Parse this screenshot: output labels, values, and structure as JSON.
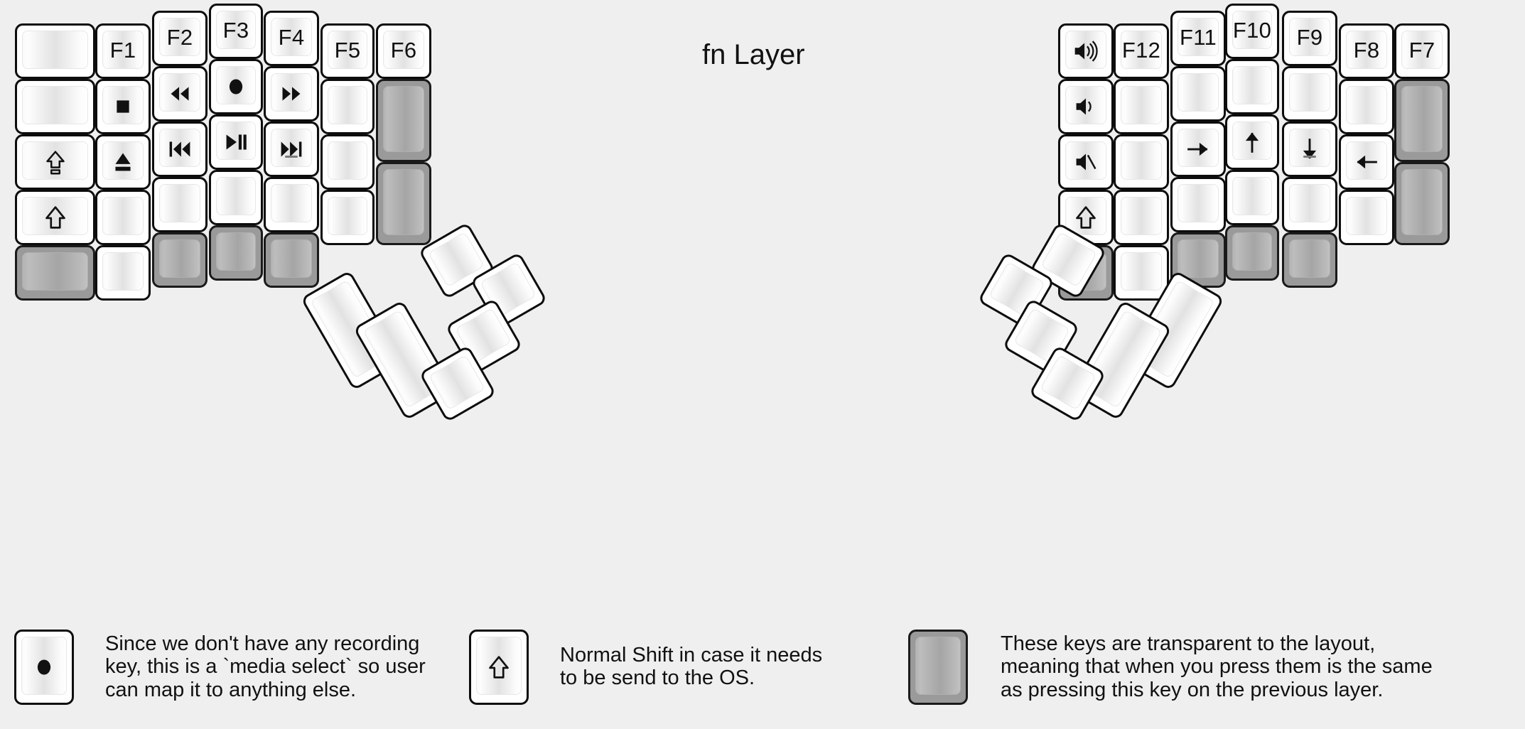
{
  "title": "fn Layer",
  "colors": {
    "background": "#efefef",
    "key_body": "#ffffff",
    "key_border": "#0d0d0d",
    "transparent_key": "#9a9a9a",
    "text": "#111111"
  },
  "legend": [
    {
      "name": "record-key-note",
      "key_glyph": "record-dot-icon",
      "text": "Since we don't have any recording\nkey, this is a `media select` so user\ncan map it to anything else."
    },
    {
      "name": "shift-key-note",
      "key_glyph": "shift-arrow-icon",
      "text": "Normal Shift in case it needs\nto be send to the OS."
    },
    {
      "name": "transparent-key-note",
      "key_glyph": "transparent-blank",
      "text": "These keys are transparent to the layout,\nmeaning that when you press them is the same\nas pressing this key on the previous layer."
    }
  ],
  "left_half": {
    "columns": [
      {
        "name": "col-pinky-outer",
        "keys": [
          {
            "name": "key-blank-1",
            "label": "",
            "glyph": "",
            "transparent": false
          },
          {
            "name": "key-blank-2",
            "label": "",
            "glyph": "",
            "transparent": false
          },
          {
            "name": "key-caps-lock",
            "label": "",
            "glyph": "caps-lock-icon",
            "transparent": false
          },
          {
            "name": "key-shift",
            "label": "",
            "glyph": "shift-arrow-icon",
            "transparent": false
          },
          {
            "name": "key-transparent-1",
            "label": "",
            "glyph": "",
            "transparent": true
          }
        ]
      },
      {
        "name": "col-pinky",
        "keys": [
          {
            "name": "key-f1",
            "label": "F1",
            "glyph": "",
            "transparent": false
          },
          {
            "name": "key-media-stop",
            "label": "",
            "glyph": "stop-icon",
            "transparent": false
          },
          {
            "name": "key-media-eject",
            "label": "",
            "glyph": "eject-icon",
            "transparent": false
          },
          {
            "name": "key-blank-3",
            "label": "",
            "glyph": "",
            "transparent": false
          },
          {
            "name": "key-blank-4",
            "label": "",
            "glyph": "",
            "transparent": false
          }
        ]
      },
      {
        "name": "col-ring",
        "keys": [
          {
            "name": "key-f2",
            "label": "F2",
            "glyph": "",
            "transparent": false
          },
          {
            "name": "key-media-rewind",
            "label": "",
            "glyph": "rewind-icon",
            "transparent": false
          },
          {
            "name": "key-media-prev-track",
            "label": "",
            "glyph": "prev-track-icon",
            "transparent": false
          },
          {
            "name": "key-blank-5",
            "label": "",
            "glyph": "",
            "transparent": false
          },
          {
            "name": "key-transparent-2",
            "label": "",
            "glyph": "",
            "transparent": true
          }
        ]
      },
      {
        "name": "col-middle",
        "keys": [
          {
            "name": "key-f3",
            "label": "F3",
            "glyph": "",
            "transparent": false
          },
          {
            "name": "key-media-record",
            "label": "",
            "glyph": "record-dot-icon",
            "transparent": false
          },
          {
            "name": "key-media-play-pause",
            "label": "",
            "glyph": "play-pause-icon",
            "transparent": false
          },
          {
            "name": "key-blank-6",
            "label": "",
            "glyph": "",
            "transparent": false
          },
          {
            "name": "key-transparent-3",
            "label": "",
            "glyph": "",
            "transparent": true
          }
        ]
      },
      {
        "name": "col-index",
        "keys": [
          {
            "name": "key-f4",
            "label": "F4",
            "glyph": "",
            "transparent": false
          },
          {
            "name": "key-media-fast-forward",
            "label": "",
            "glyph": "fast-forward-icon",
            "transparent": false
          },
          {
            "name": "key-media-next-track",
            "label": "",
            "glyph": "next-track-icon",
            "transparent": false,
            "homing": true
          },
          {
            "name": "key-blank-7",
            "label": "",
            "glyph": "",
            "transparent": false
          },
          {
            "name": "key-transparent-4",
            "label": "",
            "glyph": "",
            "transparent": true
          }
        ]
      },
      {
        "name": "col-index-inner",
        "keys": [
          {
            "name": "key-f5",
            "label": "F5",
            "glyph": "",
            "transparent": false
          },
          {
            "name": "key-blank-8",
            "label": "",
            "glyph": "",
            "transparent": false
          },
          {
            "name": "key-blank-9",
            "label": "",
            "glyph": "",
            "transparent": false
          },
          {
            "name": "key-blank-10",
            "label": "",
            "glyph": "",
            "transparent": false
          }
        ]
      },
      {
        "name": "col-inner",
        "keys": [
          {
            "name": "key-f6",
            "label": "F6",
            "glyph": "",
            "transparent": false
          },
          {
            "name": "key-transparent-5",
            "label": "",
            "glyph": "",
            "transparent": true
          },
          {
            "name": "key-transparent-6",
            "label": "",
            "glyph": "",
            "transparent": true
          }
        ]
      }
    ]
  },
  "right_half": {
    "columns": [
      {
        "name": "col-inner-r",
        "keys": [
          {
            "name": "key-f7",
            "label": "F7",
            "glyph": "",
            "transparent": false
          },
          {
            "name": "key-transparent-7",
            "label": "",
            "glyph": "",
            "transparent": true
          },
          {
            "name": "key-transparent-8",
            "label": "",
            "glyph": "",
            "transparent": true
          }
        ]
      },
      {
        "name": "col-index-inner-r",
        "keys": [
          {
            "name": "key-f8",
            "label": "F8",
            "glyph": "",
            "transparent": false
          },
          {
            "name": "key-blank-11",
            "label": "",
            "glyph": "",
            "transparent": false
          },
          {
            "name": "key-arrow-left",
            "label": "",
            "glyph": "arrow-left-icon",
            "transparent": false
          },
          {
            "name": "key-blank-12",
            "label": "",
            "glyph": "",
            "transparent": false
          }
        ]
      },
      {
        "name": "col-index-r",
        "keys": [
          {
            "name": "key-f9",
            "label": "F9",
            "glyph": "",
            "transparent": false
          },
          {
            "name": "key-blank-13",
            "label": "",
            "glyph": "",
            "transparent": false
          },
          {
            "name": "key-arrow-down",
            "label": "",
            "glyph": "arrow-down-icon",
            "transparent": false,
            "homing": true
          },
          {
            "name": "key-blank-14",
            "label": "",
            "glyph": "",
            "transparent": false
          },
          {
            "name": "key-transparent-9",
            "label": "",
            "glyph": "",
            "transparent": true
          }
        ]
      },
      {
        "name": "col-middle-r",
        "keys": [
          {
            "name": "key-f10",
            "label": "F10",
            "glyph": "",
            "transparent": false
          },
          {
            "name": "key-blank-15",
            "label": "",
            "glyph": "",
            "transparent": false
          },
          {
            "name": "key-arrow-up",
            "label": "",
            "glyph": "arrow-up-icon",
            "transparent": false
          },
          {
            "name": "key-blank-16",
            "label": "",
            "glyph": "",
            "transparent": false
          },
          {
            "name": "key-transparent-10",
            "label": "",
            "glyph": "",
            "transparent": true
          }
        ]
      },
      {
        "name": "col-ring-r",
        "keys": [
          {
            "name": "key-f11",
            "label": "F11",
            "glyph": "",
            "transparent": false
          },
          {
            "name": "key-blank-17",
            "label": "",
            "glyph": "",
            "transparent": false
          },
          {
            "name": "key-arrow-right",
            "label": "",
            "glyph": "arrow-right-icon",
            "transparent": false
          },
          {
            "name": "key-blank-18",
            "label": "",
            "glyph": "",
            "transparent": false
          },
          {
            "name": "key-transparent-11",
            "label": "",
            "glyph": "",
            "transparent": true
          }
        ]
      },
      {
        "name": "col-pinky-r",
        "keys": [
          {
            "name": "key-f12",
            "label": "F12",
            "glyph": "",
            "transparent": false
          },
          {
            "name": "key-blank-19",
            "label": "",
            "glyph": "",
            "transparent": false
          },
          {
            "name": "key-blank-20",
            "label": "",
            "glyph": "",
            "transparent": false
          },
          {
            "name": "key-blank-21",
            "label": "",
            "glyph": "",
            "transparent": false
          },
          {
            "name": "key-blank-22",
            "label": "",
            "glyph": "",
            "transparent": false
          }
        ]
      },
      {
        "name": "col-pinky-outer-r",
        "keys": [
          {
            "name": "key-volume-up",
            "label": "",
            "glyph": "volume-up-icon",
            "transparent": false
          },
          {
            "name": "key-volume-down",
            "label": "",
            "glyph": "volume-down-icon",
            "transparent": false
          },
          {
            "name": "key-volume-mute",
            "label": "",
            "glyph": "volume-mute-icon",
            "transparent": false
          },
          {
            "name": "key-shift-right",
            "label": "",
            "glyph": "shift-arrow-icon",
            "transparent": false
          },
          {
            "name": "key-transparent-12",
            "label": "",
            "glyph": "",
            "transparent": true
          }
        ]
      }
    ]
  },
  "thumb_clusters": {
    "left": {
      "name": "left-thumb-cluster",
      "keys": [
        {
          "name": "thumb-l-big-1",
          "label": "",
          "glyph": ""
        },
        {
          "name": "thumb-l-big-2",
          "label": "",
          "glyph": ""
        },
        {
          "name": "thumb-l-small-1",
          "label": "",
          "glyph": ""
        },
        {
          "name": "thumb-l-small-2",
          "label": "",
          "glyph": ""
        },
        {
          "name": "thumb-l-small-3",
          "label": "",
          "glyph": ""
        },
        {
          "name": "thumb-l-small-4",
          "label": "",
          "glyph": ""
        }
      ]
    },
    "right": {
      "name": "right-thumb-cluster",
      "keys": [
        {
          "name": "thumb-r-big-1",
          "label": "",
          "glyph": ""
        },
        {
          "name": "thumb-r-big-2",
          "label": "",
          "glyph": ""
        },
        {
          "name": "thumb-r-small-1",
          "label": "",
          "glyph": ""
        },
        {
          "name": "thumb-r-small-2",
          "label": "",
          "glyph": ""
        },
        {
          "name": "thumb-r-small-3",
          "label": "",
          "glyph": ""
        },
        {
          "name": "thumb-r-small-4",
          "label": "",
          "glyph": ""
        }
      ]
    }
  }
}
